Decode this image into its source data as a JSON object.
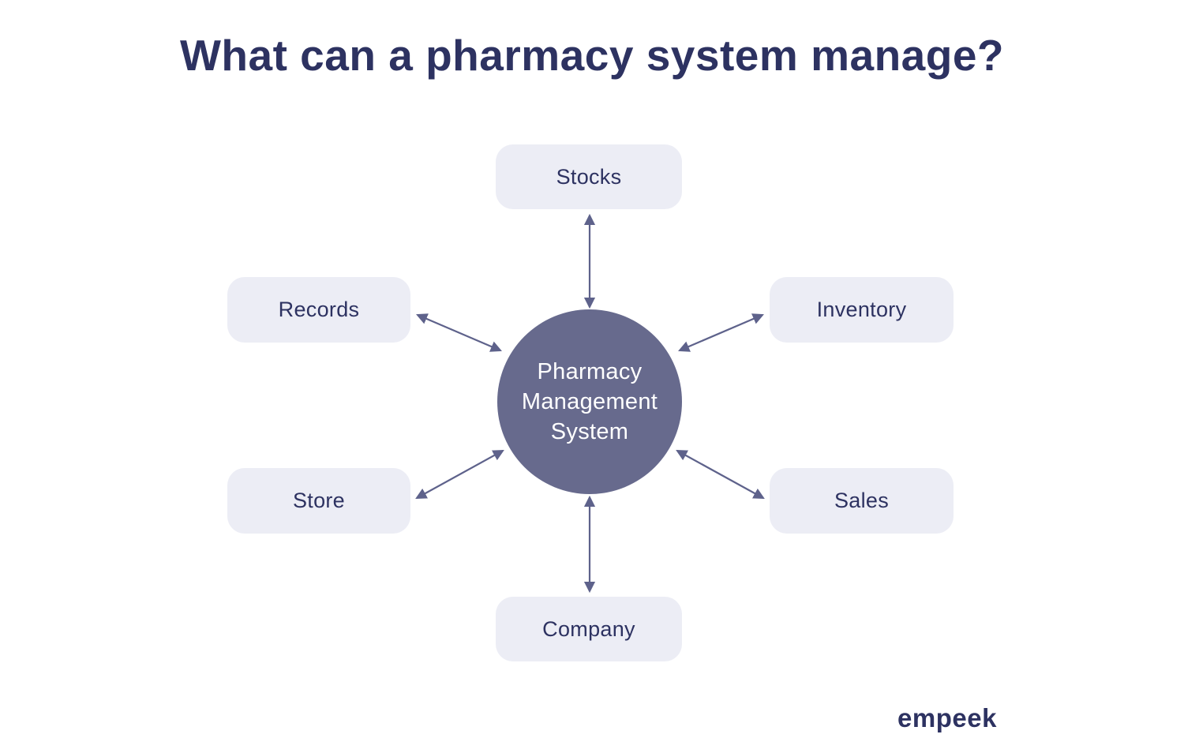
{
  "title": "What can a pharmacy system manage?",
  "diagram": {
    "center": {
      "label": "Pharmacy Management System",
      "line1": "Pharmacy",
      "line2": "Management",
      "line3": "System"
    },
    "nodes": {
      "stocks": "Stocks",
      "inventory": "Inventory",
      "records": "Records",
      "store": "Store",
      "sales": "Sales",
      "company": "Company"
    },
    "connections": [
      [
        "Pharmacy Management System",
        "Stocks"
      ],
      [
        "Pharmacy Management System",
        "Inventory"
      ],
      [
        "Pharmacy Management System",
        "Records"
      ],
      [
        "Pharmacy Management System",
        "Store"
      ],
      [
        "Pharmacy Management System",
        "Sales"
      ],
      [
        "Pharmacy Management System",
        "Company"
      ]
    ],
    "arrow_style": "double-headed"
  },
  "colors": {
    "background": "#ffffff",
    "title_text": "#2d3261",
    "node_fill": "#ecedf5",
    "node_text": "#2d3261",
    "center_fill": "#676a8d",
    "center_text": "#ffffff",
    "arrow": "#5e628b"
  },
  "logo": {
    "text": "empeek"
  }
}
